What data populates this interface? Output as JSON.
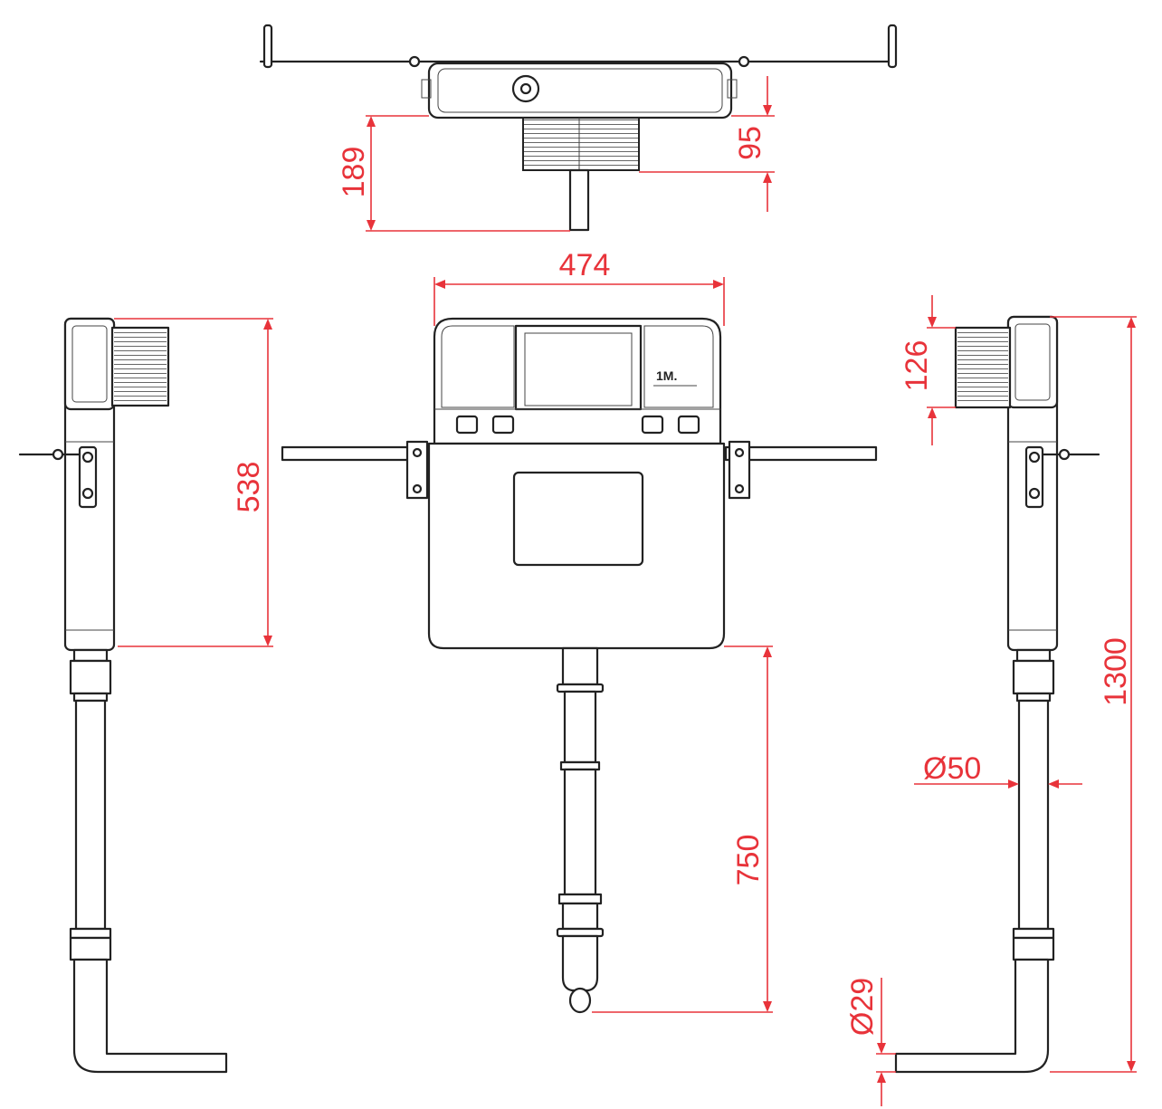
{
  "dimensions": {
    "top_depth_total": "189",
    "top_depth_thread": "95",
    "front_width": "474",
    "side_cistern_height": "538",
    "front_pipe_length": "750",
    "right_thread_height": "126",
    "right_total_height": "1300",
    "right_pipe_diameter": "Ø50",
    "right_outlet_diameter": "Ø29"
  },
  "cistern_marking": "1M.",
  "colors": {
    "dimension_lines": "#e8333a",
    "part_outlines": "#222222",
    "background": "#ffffff"
  }
}
